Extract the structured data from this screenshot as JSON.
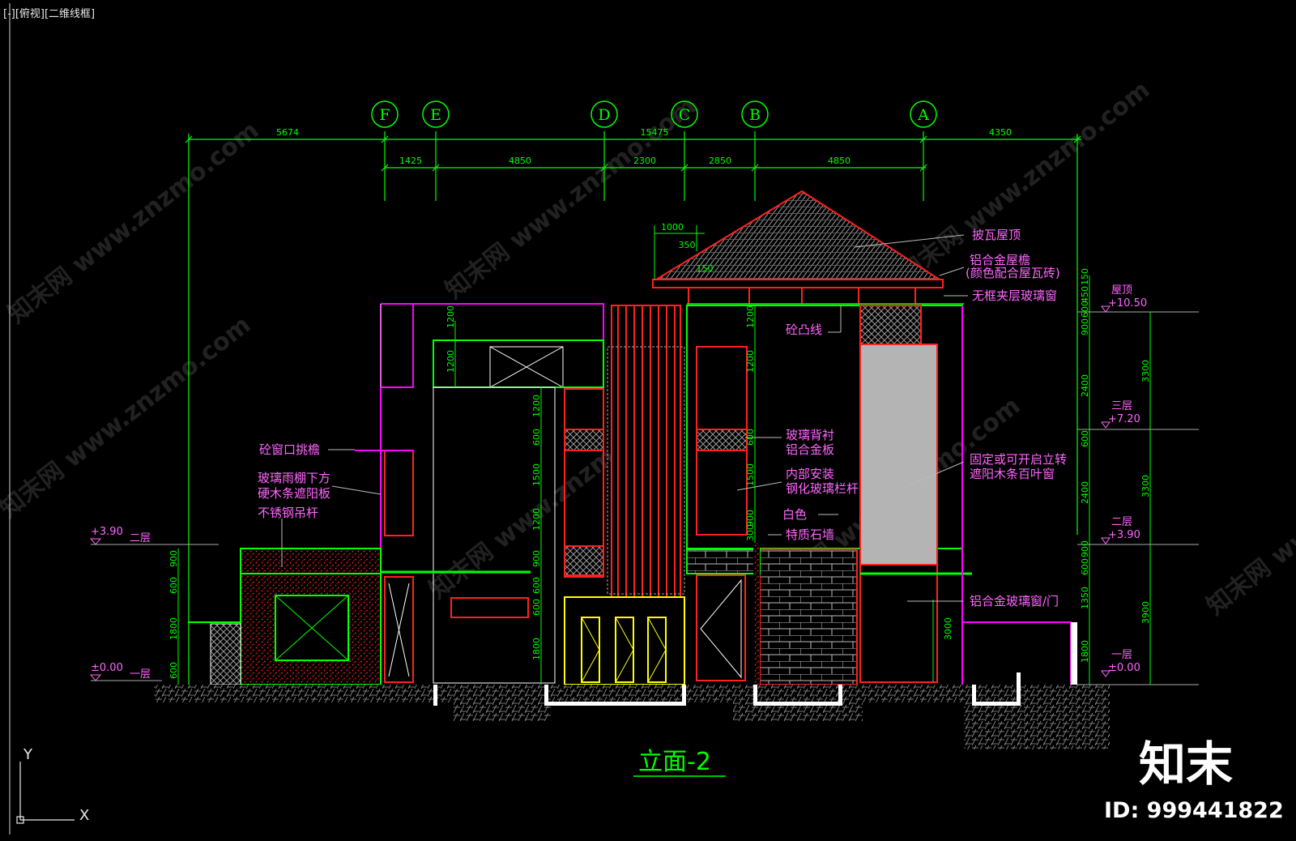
{
  "viewport": {
    "label": "[-][俯视][二维线框]"
  },
  "axes": [
    "F",
    "E",
    "D",
    "C",
    "B",
    "A"
  ],
  "dims_top": {
    "overall_left": "5674",
    "overall_mid": "15475",
    "overall_right": "4350",
    "bays": [
      "1425",
      "4850",
      "2300",
      "2850",
      "4850"
    ]
  },
  "roof_dims": {
    "w": "1000",
    "a": "350",
    "b": "150"
  },
  "notes_right": {
    "roof": "披瓦屋顶",
    "eave_1": "铝合金屋檐",
    "eave_2": "(颜色配合屋瓦砖)",
    "frameless": "无框夹层玻璃窗",
    "louver_1": "固定或可开启立转",
    "louver_2": "遮阳木条百叶窗",
    "alu_window": "铝合金玻璃窗/门"
  },
  "notes_center": {
    "concrete_ledge": "砼凸线",
    "glass_backing_1": "玻璃背衬",
    "glass_backing_2": "铝合金板",
    "railing_1": "内部安装",
    "railing_2": "钢化玻璃栏杆",
    "white": "白色",
    "stone": "特质石墙"
  },
  "notes_left": {
    "window_eave": "砼窗口挑檐",
    "canopy_1": "玻璃雨棚下方",
    "canopy_2": "硬木条遮阳板",
    "canopy_3": "不锈钢吊杆"
  },
  "levels_left": [
    {
      "value": "+3.90",
      "name": "二层"
    },
    {
      "value": "±0.00",
      "name": "一层"
    }
  ],
  "levels_right": [
    {
      "name": "屋顶",
      "value": "+10.50"
    },
    {
      "name": "三层",
      "value": "+7.20"
    },
    {
      "name": "二层",
      "value": "+3.90"
    },
    {
      "name": "一层",
      "value": "±0.00"
    }
  ],
  "dims_right_chain": [
    "150",
    "450",
    "600",
    "900",
    "2400",
    "600",
    "2400",
    "900",
    "600",
    "1350",
    "1800"
  ],
  "dims_right_total": [
    "3300",
    "3300",
    "3900"
  ],
  "dims_left_chain": [
    "900",
    "600",
    "1800",
    "600"
  ],
  "dims_center_a": [
    "1200",
    "1200",
    "1200",
    "600",
    "1500",
    "1200",
    "900",
    "600",
    "600",
    "1800"
  ],
  "dims_center_b": [
    "1200",
    "1200",
    "600",
    "1500",
    "900",
    "300"
  ],
  "dim_3000": "3000",
  "drawing_title": "立面-2",
  "ucs": {
    "y": "Y",
    "x": "X"
  },
  "watermark": {
    "brand": "知末",
    "id": "ID: 999441822",
    "diag": "知末网 www.znzmo.com"
  },
  "colors": {
    "background": "#000000",
    "dimension": "#00ff00",
    "annotation": "#ff66ff",
    "wall": "#ff00ff",
    "window": "#ff2020",
    "accent": "#ffff00",
    "stone": "#c8c8c8"
  }
}
